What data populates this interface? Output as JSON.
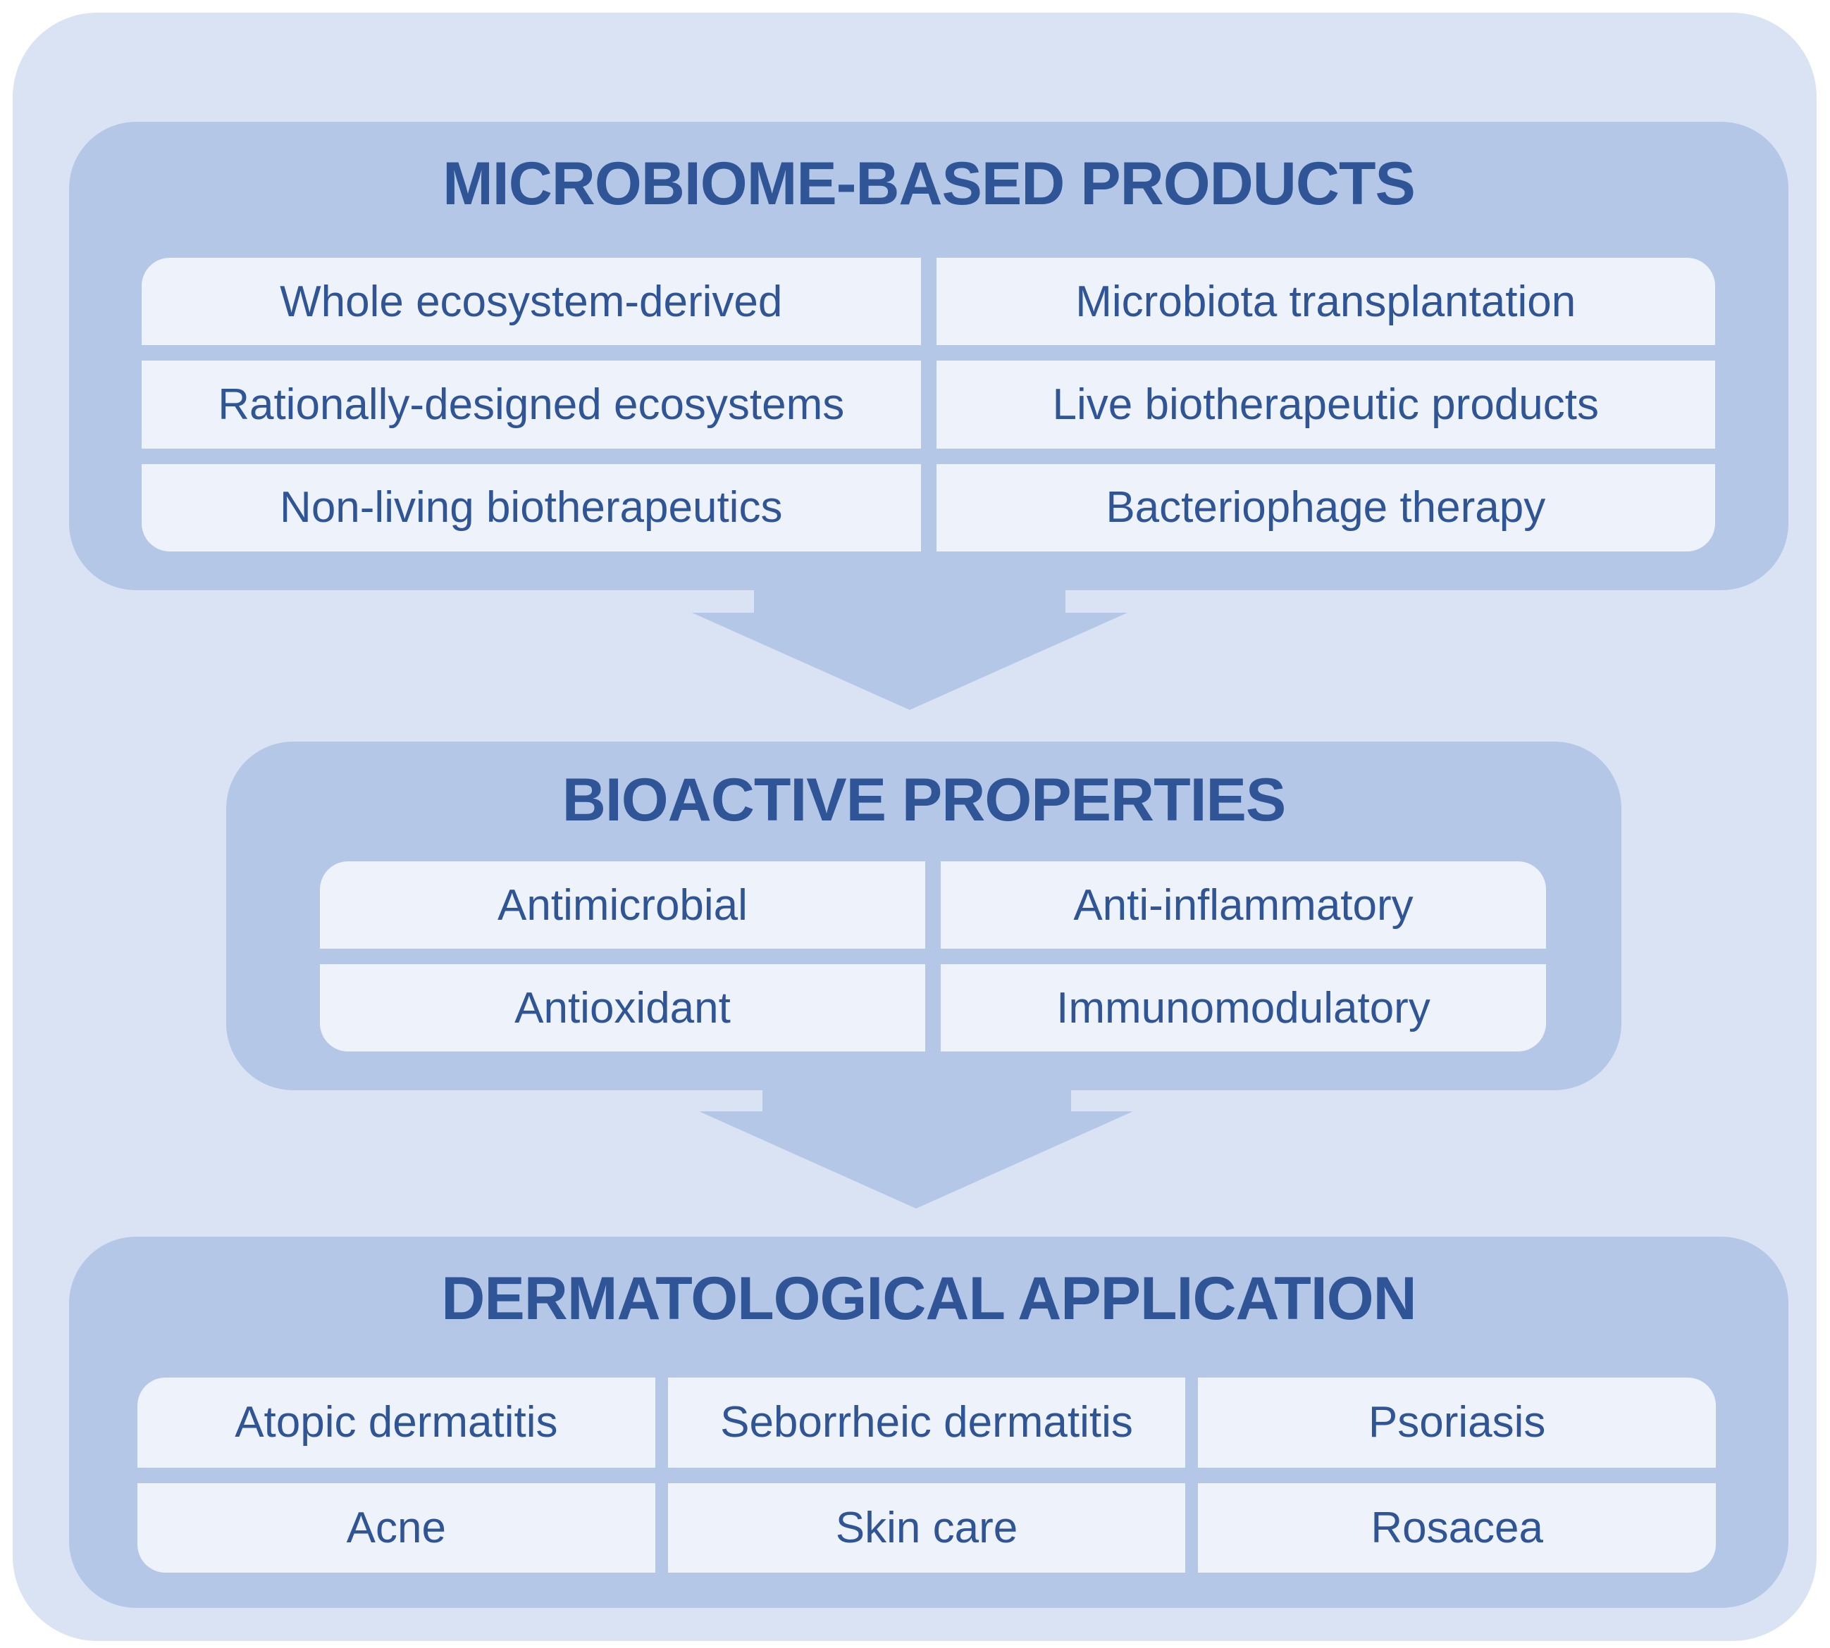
{
  "products": {
    "title": "MICROBIOME-BASED PRODUCTS",
    "items": [
      "Whole ecosystem-derived",
      "Microbiota transplantation",
      "Rationally-designed ecosystems",
      "Live  biotherapeutic products",
      "Non-living biotherapeutics",
      "Bacteriophage therapy"
    ]
  },
  "bioactive": {
    "title": "BIOACTIVE PROPERTIES",
    "items": [
      "Antimicrobial",
      "Anti-inflammatory",
      "Antioxidant",
      "Immunomodulatory"
    ]
  },
  "dermatological": {
    "title": "DERMATOLOGICAL APPLICATION",
    "items": [
      "Atopic dermatitis",
      "Seborrheic dermatitis",
      "Psoriasis",
      "Acne",
      "Skin care",
      "Rosacea"
    ]
  },
  "colors": {
    "background": "#dae3f3",
    "section": "#b4c7e7",
    "cell": "#eef2fa",
    "text": "#2f5597"
  }
}
